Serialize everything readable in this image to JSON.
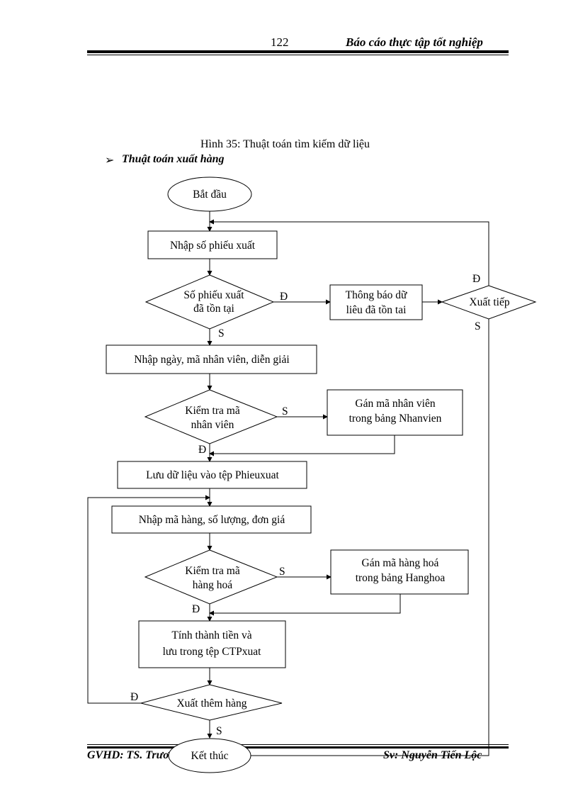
{
  "header": {
    "page_number": "122",
    "title": "Báo cáo thực tập tốt nghiệp"
  },
  "caption": "Hình 35: Thuật toán tìm kiếm dữ liệu",
  "section": {
    "bullet": "➢",
    "title": "Thuật toán xuất hàng"
  },
  "flowchart": {
    "start": "Bắt đầu",
    "input_slip": "Nhập số phiếu xuất",
    "check_slip": [
      "Số phiếu xuất",
      "đã tồn tại"
    ],
    "notify_exists": [
      "Thông báo dữ",
      "liêu  đã tồn tai"
    ],
    "continue_export": "Xuất tiếp",
    "input_date": "Nhập ngày, mã nhân viên, diễn giải",
    "check_employee": [
      "Kiểm tra mã",
      "nhân viên"
    ],
    "assign_employee": [
      "Gán mã nhân viên",
      "trong bảng Nhanvien"
    ],
    "save_slip": "Lưu dữ liệu vào tệp Phieuxuat",
    "input_goods": "Nhập mã hàng, số lượng, đơn giá",
    "check_goods": [
      "Kiểm tra mã",
      "hàng hoá"
    ],
    "assign_goods": [
      "Gán mã hàng hoá",
      "trong bảng Hanghoa"
    ],
    "compute_total": [
      "Tính thành tiền và",
      "lưu trong tệp CTPxuat"
    ],
    "export_more": "Xuất thêm hàng",
    "end": "Kết thúc",
    "yes": "Đ",
    "no": "S"
  },
  "footer": {
    "left": "GVHD: TS. Trương Công Minh",
    "right": "Sv: Nguyễn Tiến Lộc"
  }
}
